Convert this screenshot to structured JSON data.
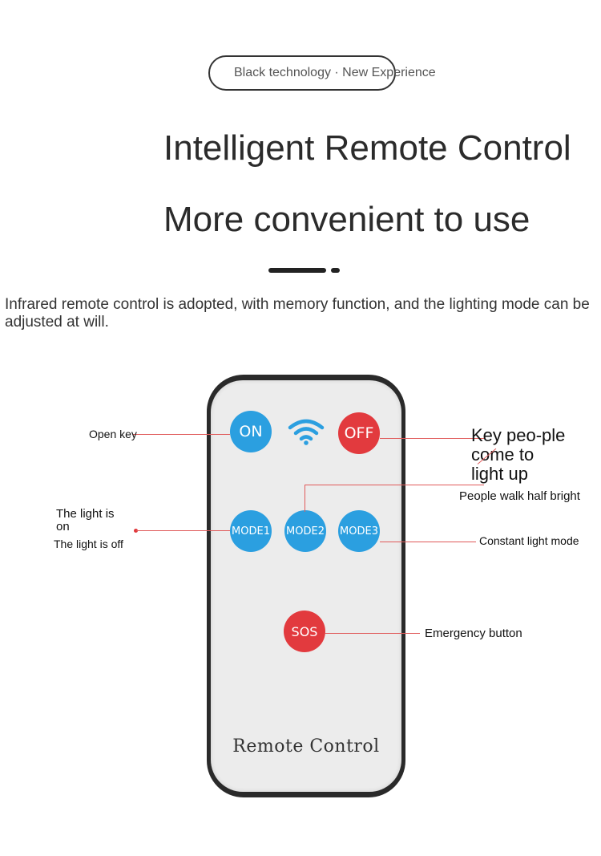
{
  "header": {
    "pill_text": "Black technology · New Experience",
    "title_line1": "Intelligent Remote Control",
    "title_line2": "More convenient to use"
  },
  "description": "Infrared remote control is adopted, with memory function, and the lighting mode can be adjusted at will.",
  "remote": {
    "label": "Remote Control",
    "buttons": {
      "on": "ON",
      "off": "OFF",
      "mode1": "MODE1",
      "mode2": "MODE2",
      "mode3": "MODE3",
      "sos": "SOS"
    },
    "icon": "wifi-signal-icon"
  },
  "callouts": {
    "open_key": "Open key",
    "key_people": "Key peo-ple come to light up",
    "people_walk": "People walk half bright",
    "light_on": "The light is on",
    "light_off": "The light is off",
    "constant": "Constant light mode",
    "emergency": "Emergency button"
  },
  "colors": {
    "blue_button": "#2b9fe0",
    "red_button": "#e23a3e",
    "callout_line": "#e05a5a"
  }
}
